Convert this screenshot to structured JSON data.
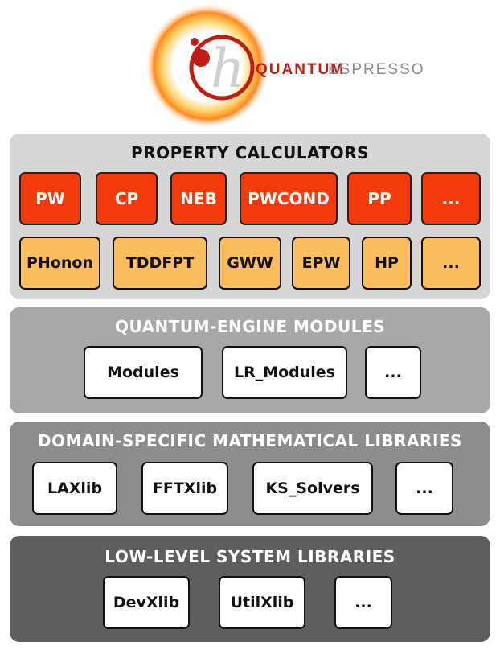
{
  "logo": {
    "text_quantum": "QUANTUM",
    "text_espresso": "ESPRESSO",
    "glyph": "h"
  },
  "layers": [
    {
      "title": "PROPERTY CALCULATORS",
      "color": "#d6d6d6",
      "rows": [
        [
          "PW",
          "CP",
          "NEB",
          "PWCOND",
          "PP",
          "..."
        ],
        [
          "PHonon",
          "TDDFPT",
          "GWW",
          "EPW",
          "HP",
          "..."
        ]
      ]
    },
    {
      "title": "QUANTUM-ENGINE MODULES",
      "color": "#a8a8a8",
      "items": [
        "Modules",
        "LR_Modules",
        "..."
      ]
    },
    {
      "title": "DOMAIN-SPECIFIC MATHEMATICAL LIBRARIES",
      "color": "#8d8d8d",
      "items": [
        "LAXlib",
        "FFTXlib",
        "KS_Solvers",
        "..."
      ]
    },
    {
      "title": "LOW-LEVEL SYSTEM LIBRARIES",
      "color": "#5e5e5e",
      "items": [
        "DevXlib",
        "UtilXlib",
        "..."
      ]
    }
  ],
  "colors": {
    "red_box": "#f23a0d",
    "orange_box": "#fbbd5d",
    "logo_ring": "#c41a14"
  }
}
